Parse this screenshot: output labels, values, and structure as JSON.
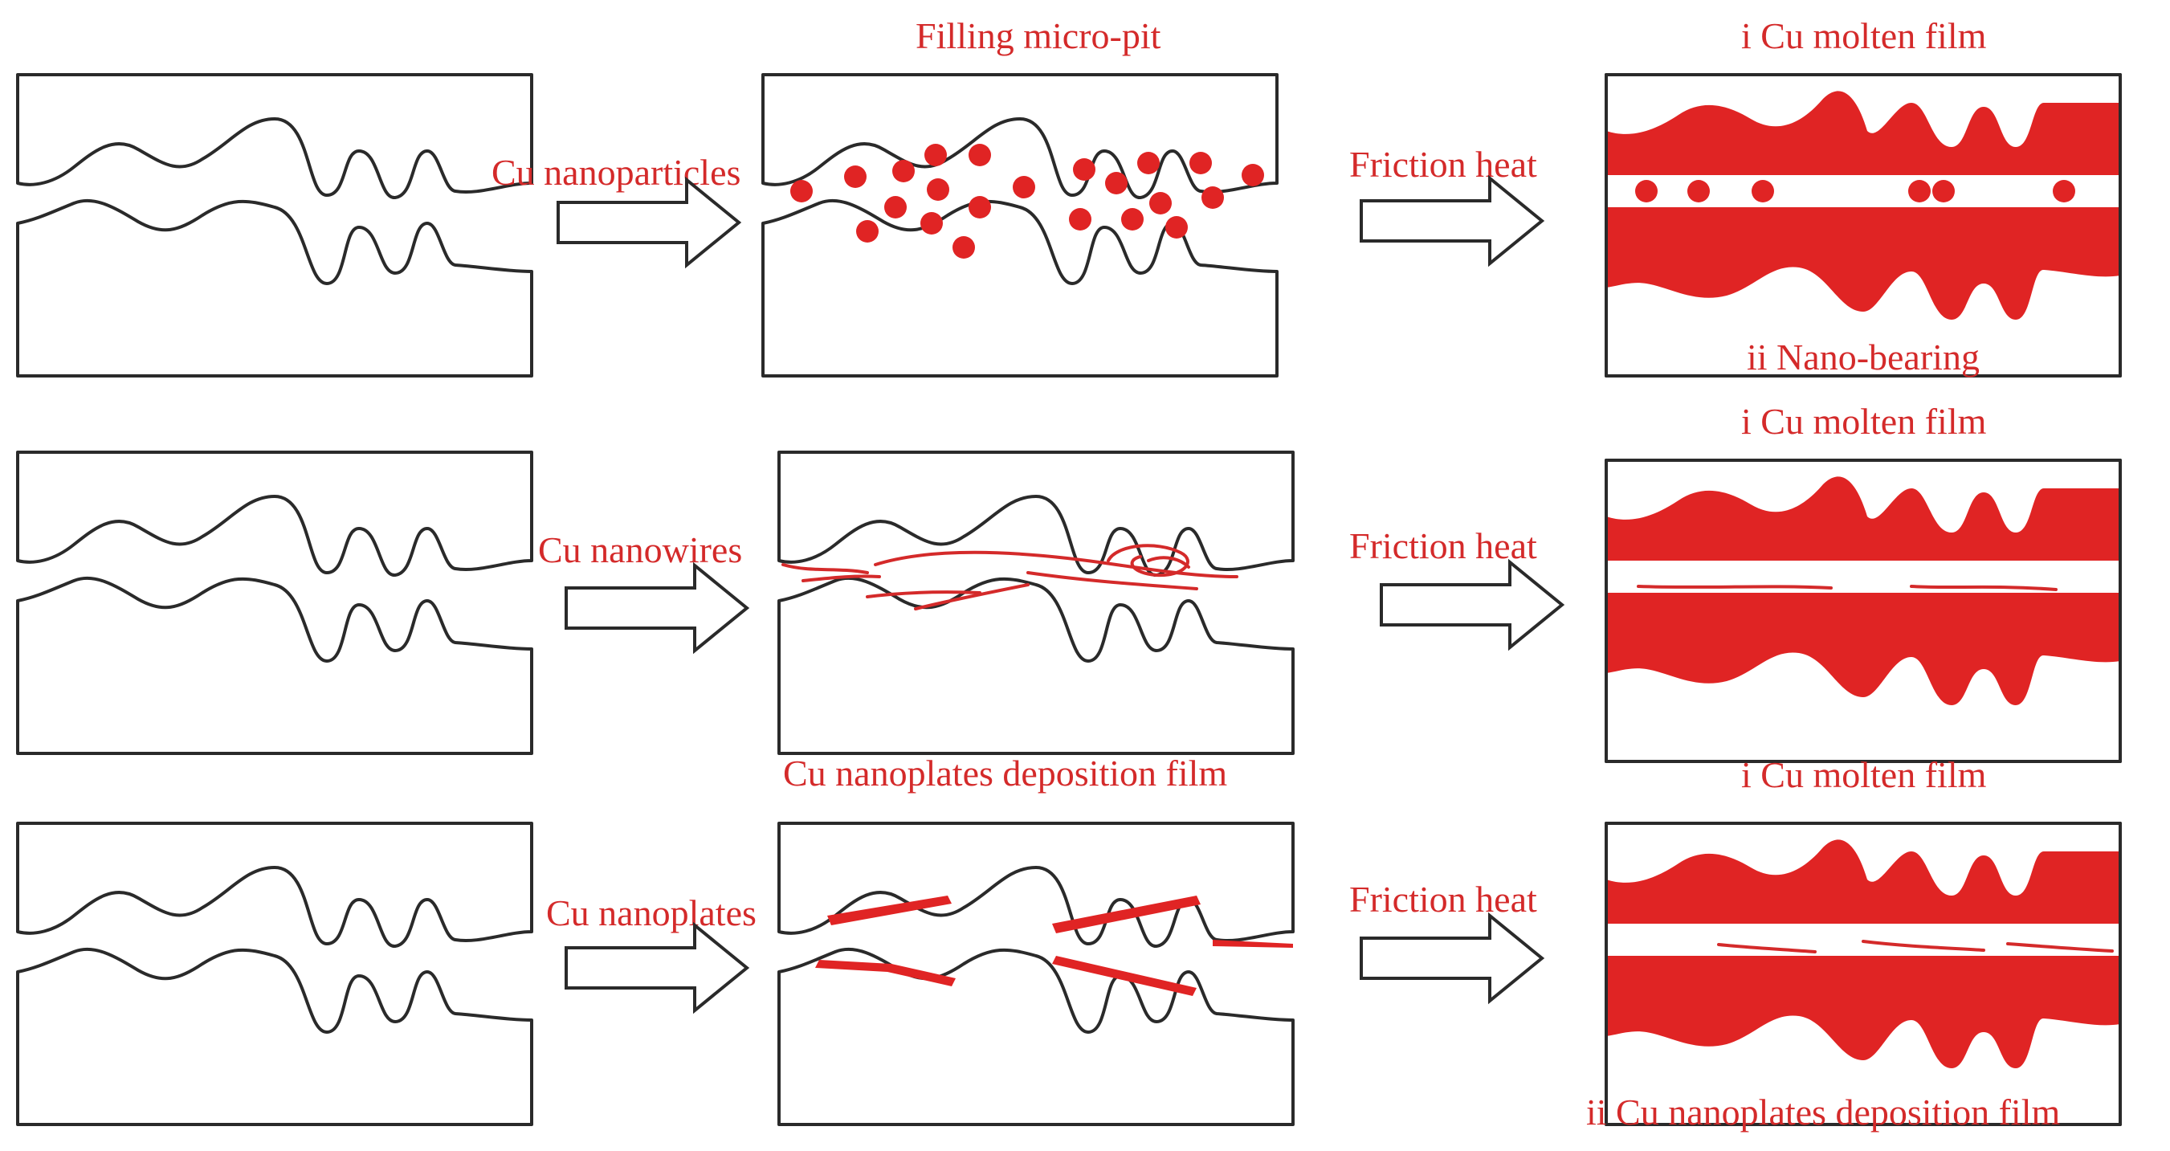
{
  "labels": {
    "row1": {
      "input": "Cu nanoparticles",
      "middle_top": "Filling micro-pit",
      "process": "Friction heat",
      "result_top": "i Cu molten film",
      "result_bottom": "ii Nano-bearing"
    },
    "row2": {
      "input": "Cu nanowires",
      "process": "Friction heat",
      "result_top": "i Cu molten film"
    },
    "row3": {
      "input": "Cu nanoplates",
      "middle_top": "Cu nanoplates deposition film",
      "process": "Friction heat",
      "result_top": "i Cu molten film",
      "result_bottom": "ii Cu nanoplates deposition film"
    }
  },
  "colors": {
    "accent_red": "#e02424",
    "label_red": "#d42a2a",
    "line": "#2a2a2a"
  }
}
